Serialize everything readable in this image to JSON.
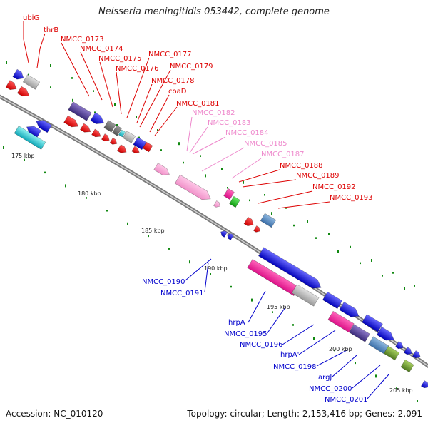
{
  "title": "Neisseria meningitidis 053442, complete genome",
  "footer": {
    "accession": "Accession: NC_010120",
    "summary": "Topology: circular; Length: 2,153,416 bp; Genes: 2,091"
  },
  "colors": {
    "label_red": "#dd0000",
    "label_pink": "#ee88cc",
    "label_blue": "#0000cc",
    "backbone": "#999999",
    "tick": "#118811"
  },
  "scale_labels": [
    "175 kbp",
    "180 kbp",
    "185 kbp",
    "190 kbp",
    "195 kbp",
    "200 kbp",
    "205 kbp"
  ],
  "top_labels": [
    {
      "text": "ubiG",
      "color": "red"
    },
    {
      "text": "thrB",
      "color": "red"
    },
    {
      "text": "NMCC_0173",
      "color": "red"
    },
    {
      "text": "NMCC_0174",
      "color": "red"
    },
    {
      "text": "NMCC_0175",
      "color": "red"
    },
    {
      "text": "NMCC_0176",
      "color": "red"
    },
    {
      "text": "NMCC_0177",
      "color": "red"
    },
    {
      "text": "NMCC_0178",
      "color": "red"
    },
    {
      "text": "NMCC_0179",
      "color": "red"
    },
    {
      "text": "coaD",
      "color": "red"
    },
    {
      "text": "NMCC_0181",
      "color": "red"
    },
    {
      "text": "NMCC_0182",
      "color": "pink"
    },
    {
      "text": "NMCC_0183",
      "color": "pink"
    },
    {
      "text": "NMCC_0184",
      "color": "pink"
    },
    {
      "text": "NMCC_0185",
      "color": "pink"
    },
    {
      "text": "NMCC_0187",
      "color": "pink"
    },
    {
      "text": "NMCC_0188",
      "color": "red"
    },
    {
      "text": "NMCC_0189",
      "color": "red"
    },
    {
      "text": "NMCC_0192",
      "color": "red"
    },
    {
      "text": "NMCC_0193",
      "color": "red"
    }
  ],
  "bottom_labels": [
    {
      "text": "NMCC_0190",
      "color": "blue"
    },
    {
      "text": "NMCC_0191",
      "color": "blue"
    },
    {
      "text": "hrpA",
      "color": "blue"
    },
    {
      "text": "NMCC_0195",
      "color": "blue"
    },
    {
      "text": "NMCC_0196",
      "color": "blue"
    },
    {
      "text": "hrpA'",
      "color": "blue"
    },
    {
      "text": "NMCC_0198",
      "color": "blue"
    },
    {
      "text": "argJ",
      "color": "blue"
    },
    {
      "text": "NMCC_0200",
      "color": "blue"
    },
    {
      "text": "NMCC_0201",
      "color": "blue"
    }
  ]
}
